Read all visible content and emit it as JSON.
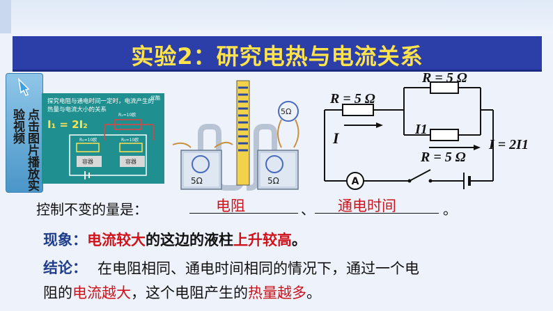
{
  "title": "实验2：研究电热与电流关系",
  "side_button": {
    "col1": "点击图片播放实",
    "col2": "验视频"
  },
  "video": {
    "title": "探究电阻与通电时间一定时，电流产生的热量与电流大小的关系",
    "tag": "优酷",
    "formula": "I₁ = 2I₂",
    "r_labels": [
      "R₁=10欧",
      "R₂=10欧",
      "R₃=10欧"
    ],
    "boxes": [
      "容器",
      "容器"
    ]
  },
  "apparatus": {
    "r_left": "5Ω",
    "r_right": "5Ω",
    "r_top": "5Ω"
  },
  "circuit": {
    "r_top": "R = 5 Ω",
    "r_left": "R = 5 Ω",
    "r_bottom": "R = 5 Ω",
    "i_main": "I",
    "i_branch": "I1",
    "i_right": "I = 2I1",
    "ammeter": "A"
  },
  "question": {
    "label": "控制不变的量是：",
    "answer1": "电阻",
    "separator": "、",
    "answer2": "通电时间",
    "end": "。"
  },
  "phenomenon": {
    "label": "现象：",
    "part1": "电流较大",
    "part2": "的这边的液柱",
    "part3": "上升较高",
    "part4": "。"
  },
  "conclusion": {
    "label": "结论：",
    "line1": "在电阻相同、通电时间相同的情况下，通过一个电",
    "line2a": "阻的",
    "line2b": "电流越大",
    "line2c": "，这个电阻产生的",
    "line2d": "热量越多",
    "line2e": "。"
  },
  "colors": {
    "title_bg": "#2c3fa8",
    "title_text": "#ffe34d",
    "answer_red": "#d0121b",
    "label_blue": "#1f3d8a",
    "video_bg": "#1f8f8f"
  }
}
